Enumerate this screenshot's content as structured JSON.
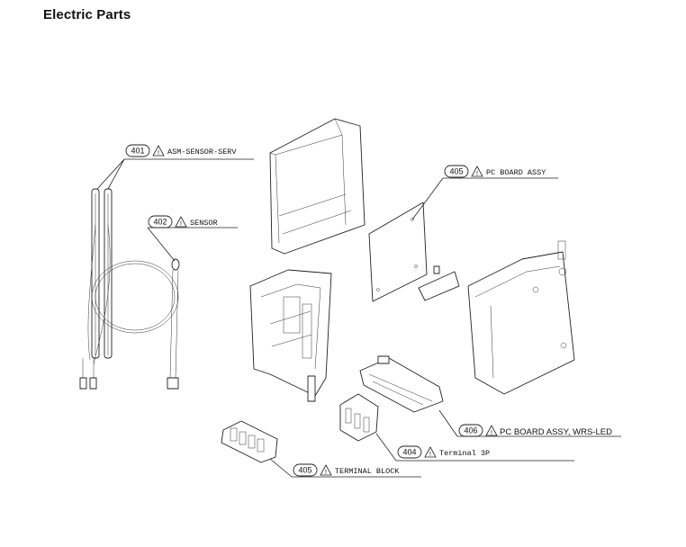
{
  "title": "Electric Parts",
  "callouts": [
    {
      "id": "callout-401",
      "number": "401",
      "label": "ASM-SENSOR-SERV",
      "style": "mono"
    },
    {
      "id": "callout-402",
      "number": "402",
      "label": "SENSOR",
      "style": "mono"
    },
    {
      "id": "callout-405-pcb",
      "number": "405",
      "label": "PC BOARD ASSY",
      "style": "mono"
    },
    {
      "id": "callout-406",
      "number": "406",
      "label": "PC BOARD ASSY, WRS-LED",
      "style": "sans"
    },
    {
      "id": "callout-404",
      "number": "404",
      "label": "Terminal 3P",
      "style": "mono"
    },
    {
      "id": "callout-405-tb",
      "number": "405",
      "label": "TERMINAL BLOCK",
      "style": "mono"
    }
  ],
  "icons": {
    "warning": "warning-triangle-icon"
  }
}
